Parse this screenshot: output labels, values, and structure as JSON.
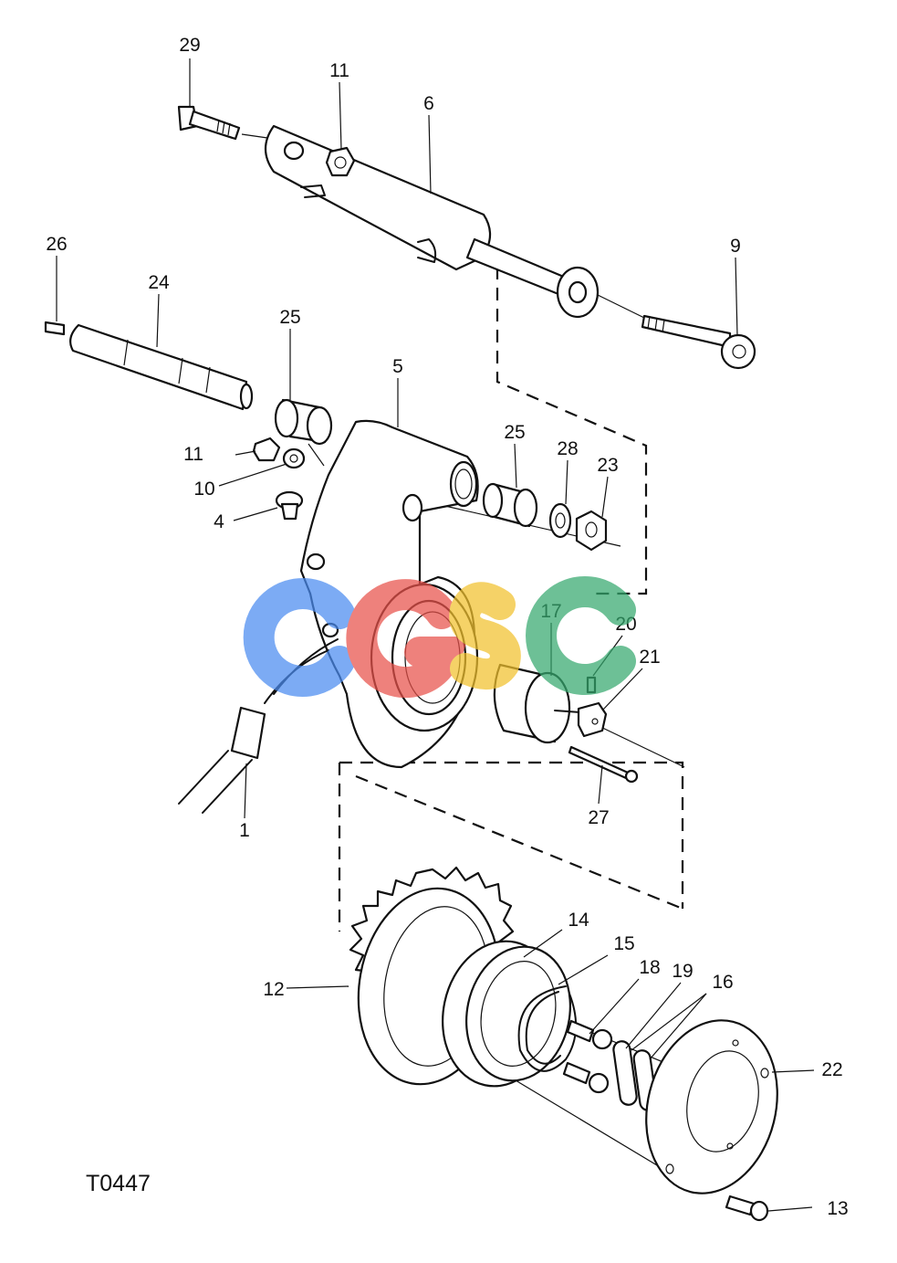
{
  "figure": {
    "reference": "T0447",
    "callouts": [
      "29",
      "11",
      "6",
      "26",
      "24",
      "9",
      "25",
      "5",
      "11",
      "10",
      "4",
      "25",
      "28",
      "23",
      "17",
      "20",
      "21",
      "1",
      "27",
      "14",
      "15",
      "18",
      "19",
      "16",
      "12",
      "22",
      "13"
    ]
  },
  "watermark": {
    "text": "CGSC",
    "colors": [
      "#4a8cf0",
      "#e8524a",
      "#f2c12e",
      "#35a86e"
    ]
  }
}
